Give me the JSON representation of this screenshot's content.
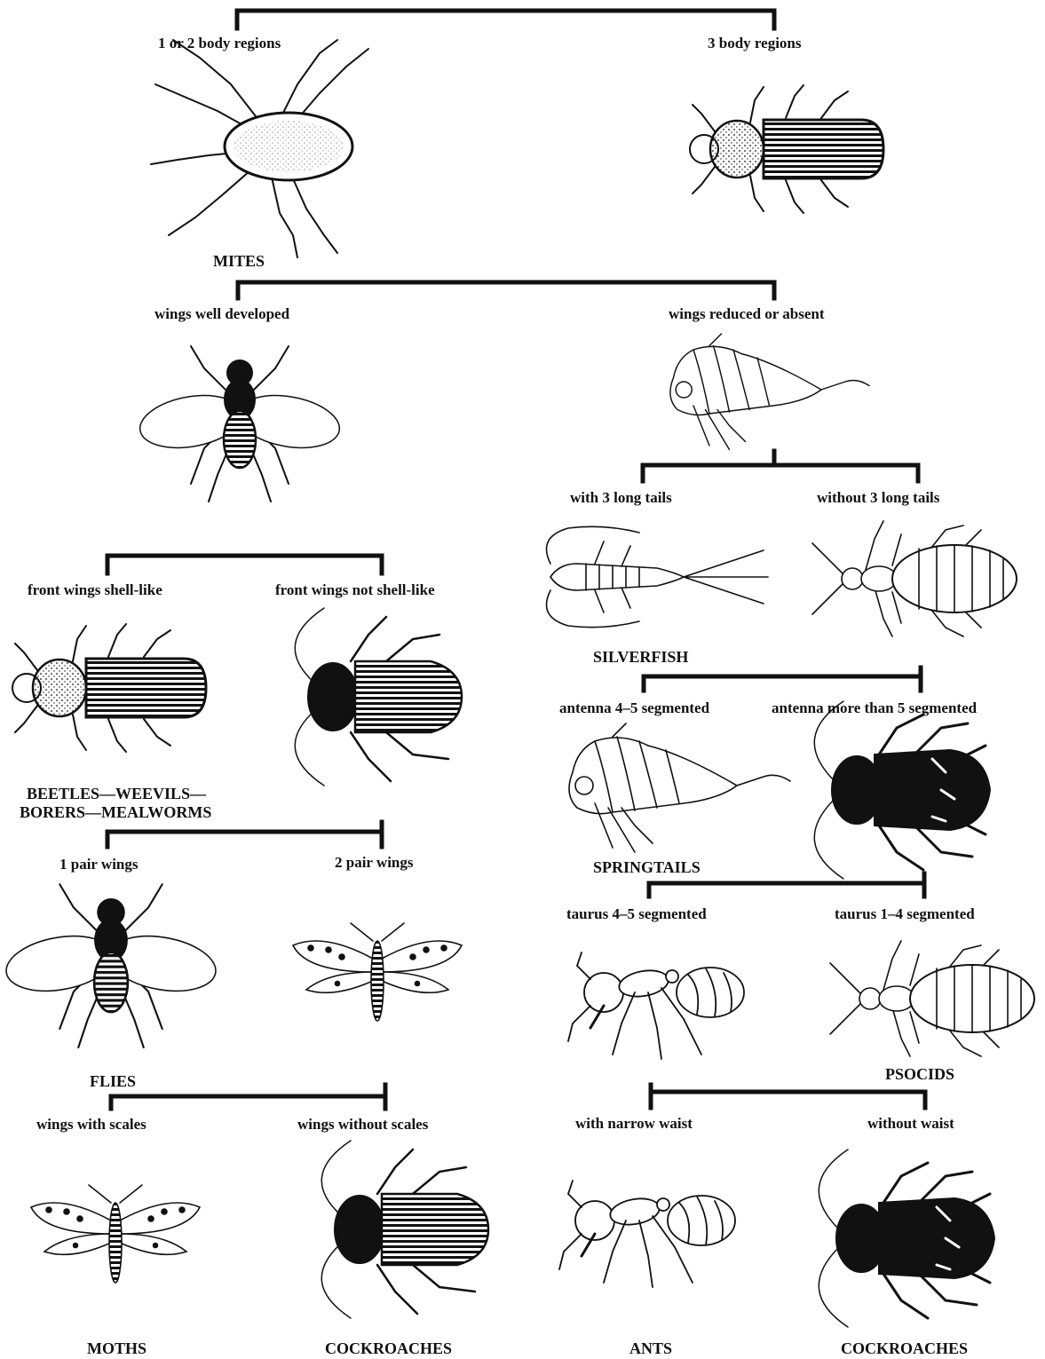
{
  "key": {
    "level_1": {
      "left": "1 or 2 body regions",
      "right": "3 body regions"
    },
    "level_2": {
      "left": "wings well developed",
      "right": "wings reduced or absent"
    },
    "winged": {
      "split_1": {
        "left": "front wings shell-like",
        "right": "front wings not shell-like"
      },
      "split_2": {
        "left": "1 pair wings",
        "right": "2 pair wings"
      },
      "split_3": {
        "left": "wings with scales",
        "right": "wings without scales"
      }
    },
    "wingless": {
      "split_1": {
        "left": "with 3 long tails",
        "right": "without 3 long tails"
      },
      "split_2": {
        "left": "antenna 4–5 segmented",
        "right": "antenna more than 5 segmented"
      },
      "split_3": {
        "left": "taurus 4–5 segmented",
        "right": "taurus 1–4 segmented"
      },
      "split_4": {
        "left": "with narrow waist",
        "right": "without waist"
      }
    }
  },
  "names": {
    "mites": "MITES",
    "beetles_line_1": "BEETLES—WEEVILS—",
    "beetles_line_2": "BORERS—MEALWORMS",
    "flies": "FLIES",
    "silverfish": "SILVERFISH",
    "springtails": "SPRINGTAILS",
    "psocids": "PSOCIDS",
    "moths": "MOTHS",
    "cockroaches_left": "COCKROACHES",
    "ants": "ANTS",
    "cockroaches_right": "COCKROACHES"
  },
  "icons": {
    "mite": "mite-illustration",
    "beetle": "beetle-illustration",
    "fly": "fly-illustration",
    "springtail": "springtail-illustration",
    "silverfish": "silverfish-illustration",
    "psocid": "psocid-illustration",
    "cockroach": "cockroach-illustration",
    "moth": "moth-illustration",
    "ant": "ant-illustration"
  },
  "colors": {
    "ink": "#111111",
    "paper": "#ffffff"
  }
}
